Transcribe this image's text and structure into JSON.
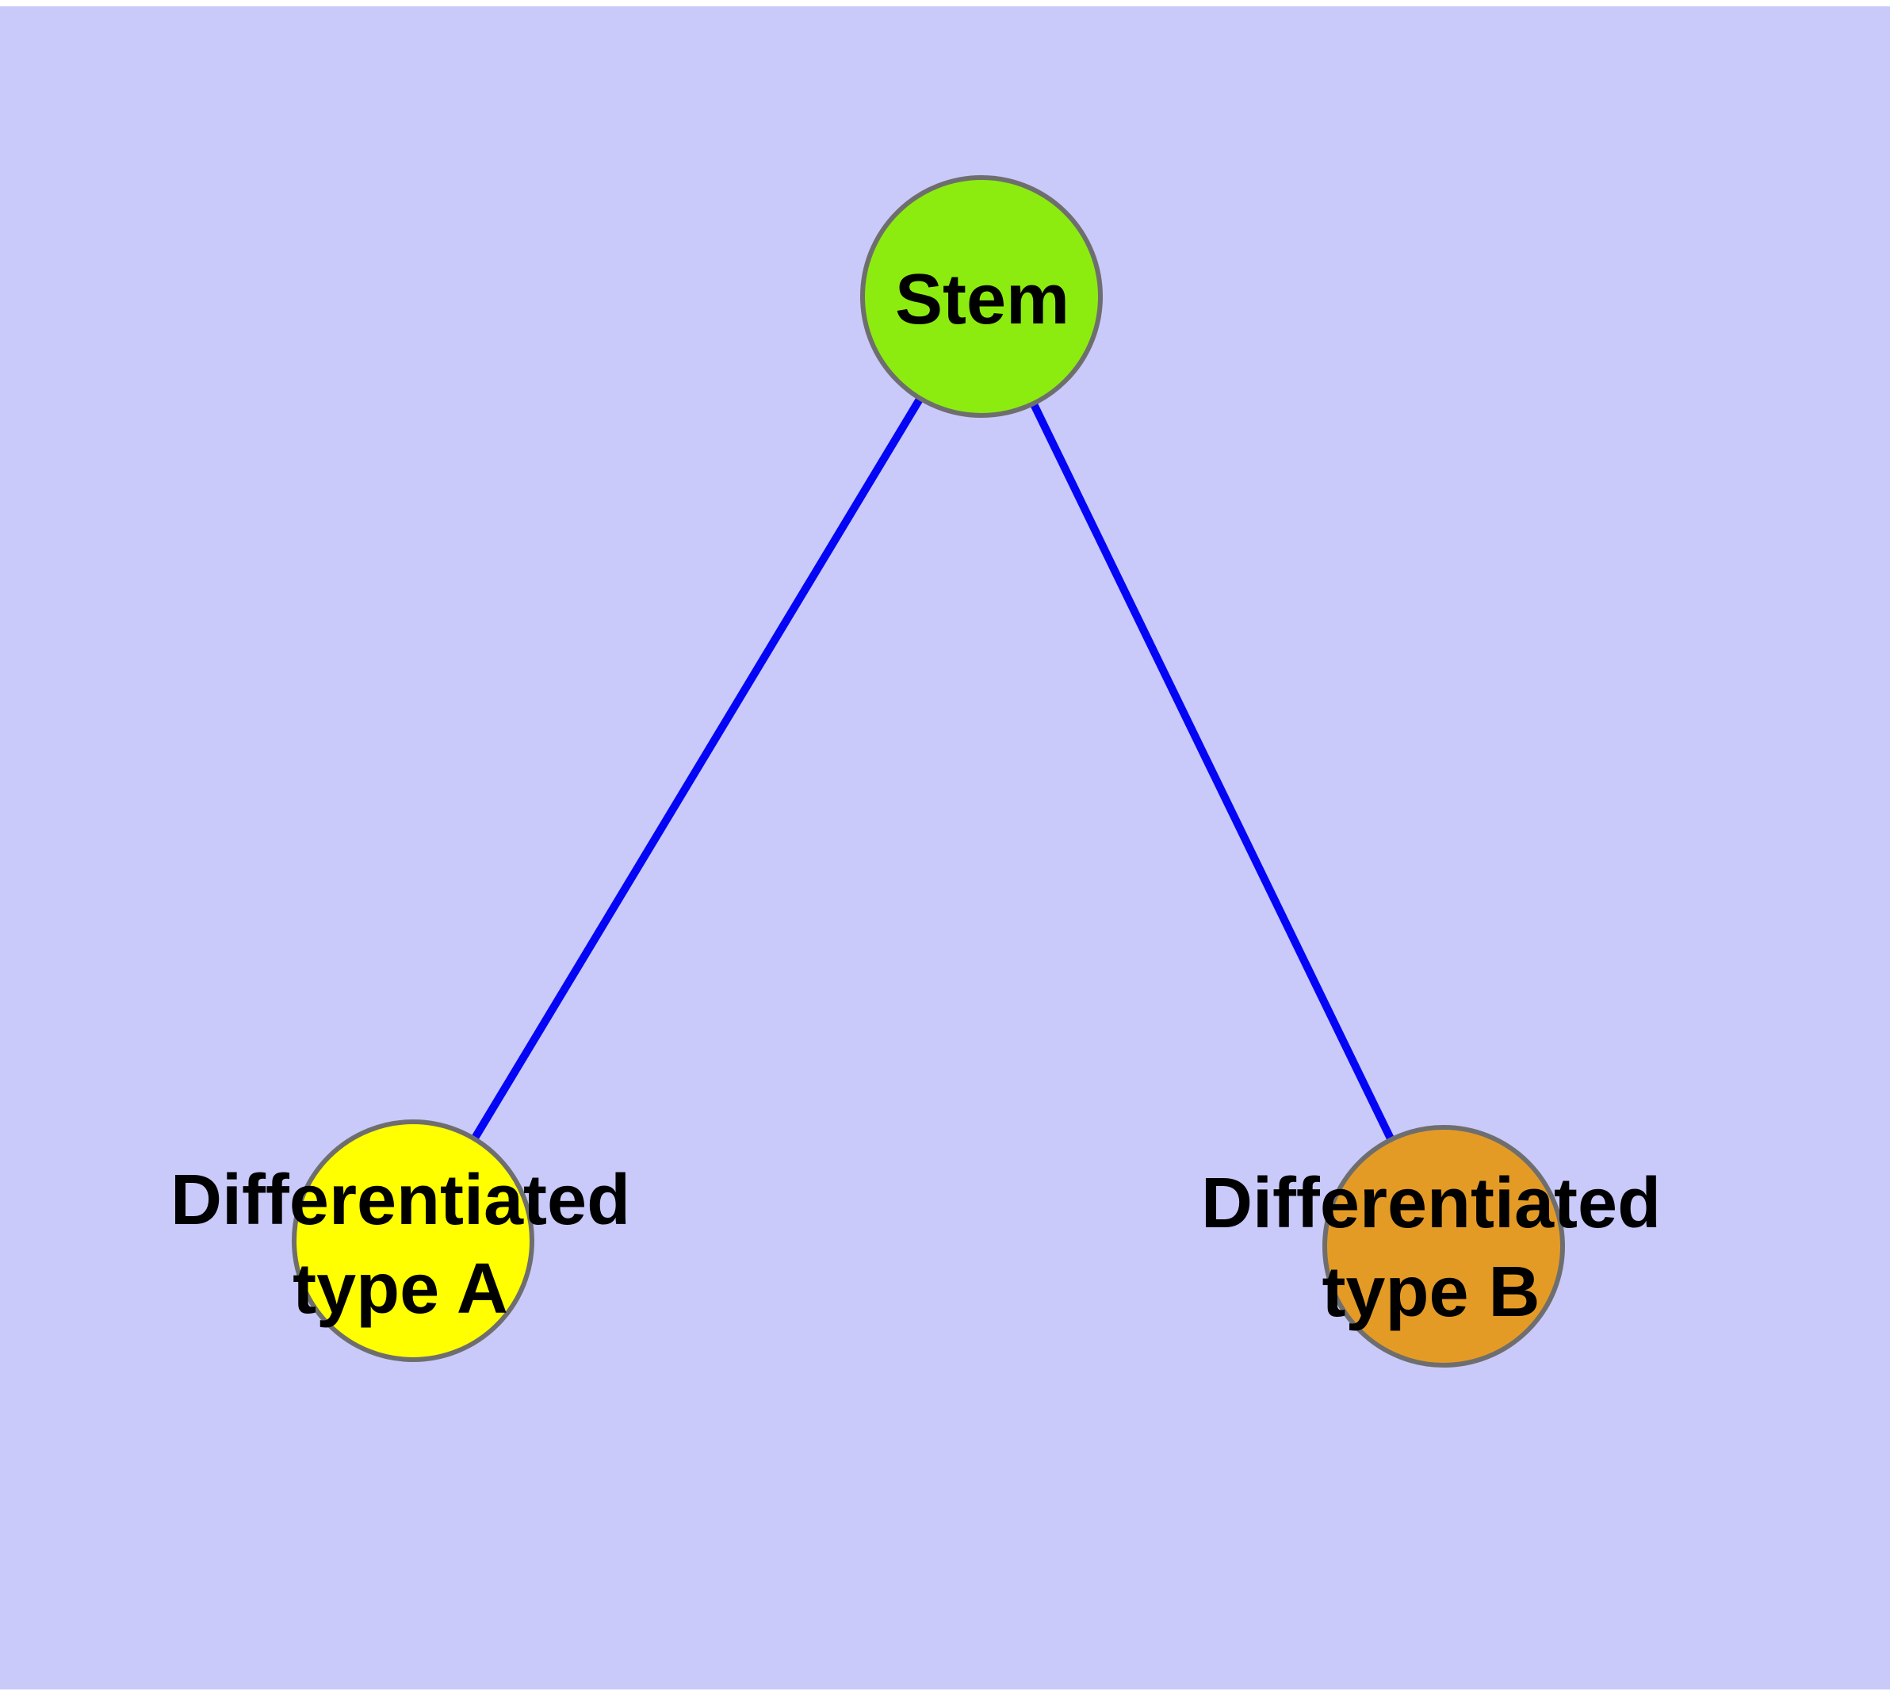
{
  "diagram": {
    "type": "node-link-tree",
    "background_color": "#C9C9FA",
    "page_margin_color": "#FFFFFF",
    "edge_color": "#0505F5",
    "node_border_color": "#6E6E6E",
    "text_color": "#000000",
    "nodes": [
      {
        "id": "stem",
        "label": "Stem",
        "fill": "#8CEC10"
      },
      {
        "id": "type-a",
        "label": "Differentiated type A",
        "label_line1": "Differentiated",
        "label_line2": "type A",
        "fill": "#FFFF00"
      },
      {
        "id": "type-b",
        "label": "Differentiated type B",
        "label_line1": "Differentiated",
        "label_line2": "type B",
        "fill": "#E49B26"
      }
    ],
    "edges": [
      {
        "from": "Stem",
        "to": "Differentiated type A"
      },
      {
        "from": "Stem",
        "to": "Differentiated type B"
      }
    ]
  }
}
